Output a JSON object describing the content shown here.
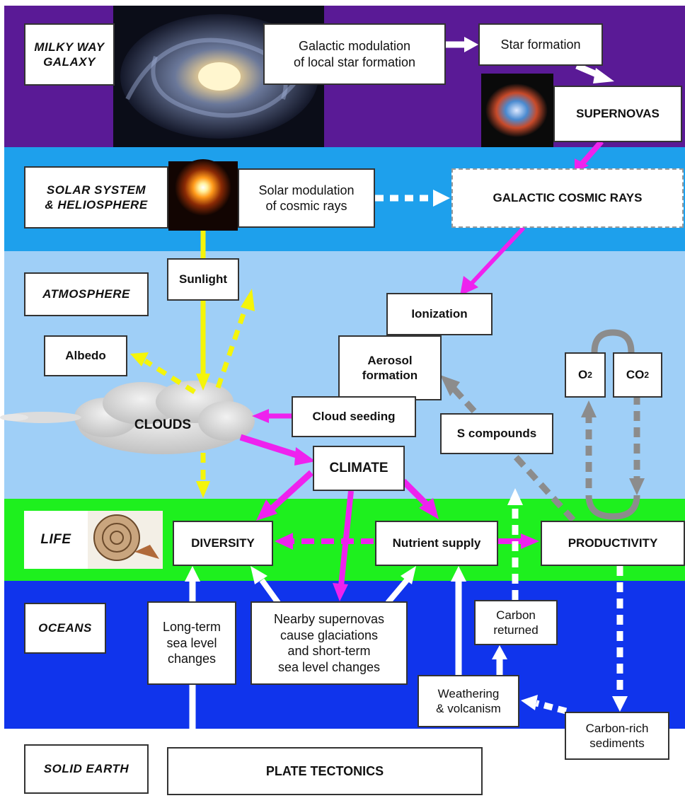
{
  "regions": {
    "galaxy": "MILKY WAY\nGALAXY",
    "solar": "SOLAR SYSTEM\n& HELIOSPHERE",
    "atmosphere": "ATMOSPHERE",
    "life": "LIFE",
    "oceans": "OCEANS",
    "solid_earth": "SOLID EARTH"
  },
  "nodes": {
    "galactic_modulation": "Galactic modulation\nof local star formation",
    "star_formation": "Star formation",
    "supernovas": "SUPERNOVAS",
    "solar_modulation": "Solar modulation\nof  cosmic rays",
    "galactic_cosmic_rays": "GALACTIC COSMIC RAYS",
    "sunlight": "Sunlight",
    "ionization": "Ionization",
    "aerosol_formation": "Aerosol\nformation",
    "albedo": "Albedo",
    "clouds": "CLOUDS",
    "cloud_seeding": "Cloud seeding",
    "s_compounds": "S compounds",
    "o2": "O",
    "o2_sub": "2",
    "co2": "CO",
    "co2_sub": "2",
    "climate": "CLIMATE",
    "diversity": "DIVERSITY",
    "nutrient_supply": "Nutrient  supply",
    "productivity": "PRODUCTIVITY",
    "long_term": "Long-term\nsea level\nchanges",
    "nearby_supernovas": "Nearby supernovas\ncause glaciations\nand short-term\nsea level changes",
    "carbon_returned": "Carbon\nreturned",
    "weathering": "Weathering\n& volcanism",
    "carbon_rich": "Carbon-rich\nsediments",
    "plate_tectonics": "PLATE TECTONICS"
  },
  "colors": {
    "galaxy_band": "#5a1a96",
    "solar_band": "#1ea0ec",
    "atmosphere_band": "#9fcff7",
    "life_band": "#1ef01e",
    "oceans_band": "#1034ec",
    "arrow_magenta": "#ee22ee",
    "arrow_yellow": "#f5f50a",
    "arrow_gray": "#8c8c8c",
    "arrow_white": "#ffffff"
  }
}
